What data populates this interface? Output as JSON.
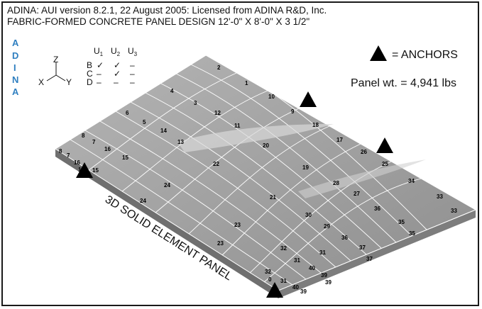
{
  "header": {
    "line1": "ADINA:  AUI version 8.2.1, 22 August 2005: Licensed from ADINA R&D, Inc.",
    "line2": "FABRIC-FORMED CONCRETE PANEL DESIGN 12'-0\" X 8'-0\" X 3 1/2\""
  },
  "logo": {
    "letters": [
      "A",
      "D",
      "I",
      "N",
      "A"
    ]
  },
  "axes": {
    "z": "Z",
    "x": "X",
    "y": "Y"
  },
  "dof_table": {
    "columns": [
      "U1",
      "U2",
      "U3"
    ],
    "rows": [
      {
        "label": "B",
        "values": [
          "✓",
          "✓",
          "–"
        ]
      },
      {
        "label": "C",
        "values": [
          "–",
          "✓",
          "–"
        ]
      },
      {
        "label": "D",
        "values": [
          "–",
          "–",
          "–"
        ]
      }
    ]
  },
  "legend": {
    "anchor_label": "= ANCHORS",
    "panel_weight": "Panel wt. = 4,941 lbs"
  },
  "panel_title": "3D SOLID ELEMENT PANEL",
  "colors": {
    "mesh_fill": "#9a9a9a",
    "mesh_line": "#ffffff",
    "logo": "#2f7fc0"
  },
  "element_labels": {
    "n1": "1",
    "n2": "2",
    "n3": "3",
    "n4": "4",
    "n5": "5",
    "n6": "6",
    "n7a": "7",
    "n7b": "7",
    "n8a": "8",
    "n8b": "8",
    "n9": "9",
    "n10": "10",
    "n11": "11",
    "n12": "12",
    "n13": "13",
    "n14": "14",
    "n15a": "15",
    "n15b": "15",
    "n16a": "16",
    "n16b": "16",
    "n16c": "16",
    "n17": "17",
    "n18": "18",
    "n19": "19",
    "n20": "20",
    "n21": "21",
    "n22": "22",
    "n23a": "23",
    "n23b": "23",
    "n24a": "24",
    "n24b": "24",
    "n25": "25",
    "n26": "26",
    "n27": "27",
    "n28": "28",
    "n29": "29",
    "n30": "30",
    "n31a": "31",
    "n31b": "31",
    "n32a": "32",
    "n32b": "32",
    "n33a": "33",
    "n33b": "33",
    "n34": "34",
    "n35a": "35",
    "n35b": "35",
    "n36a": "36",
    "n36b": "36",
    "n37a": "37",
    "n37b": "37",
    "n39a": "39",
    "n39b": "39",
    "n40a": "40",
    "n40b": "40",
    "n0": "0"
  }
}
